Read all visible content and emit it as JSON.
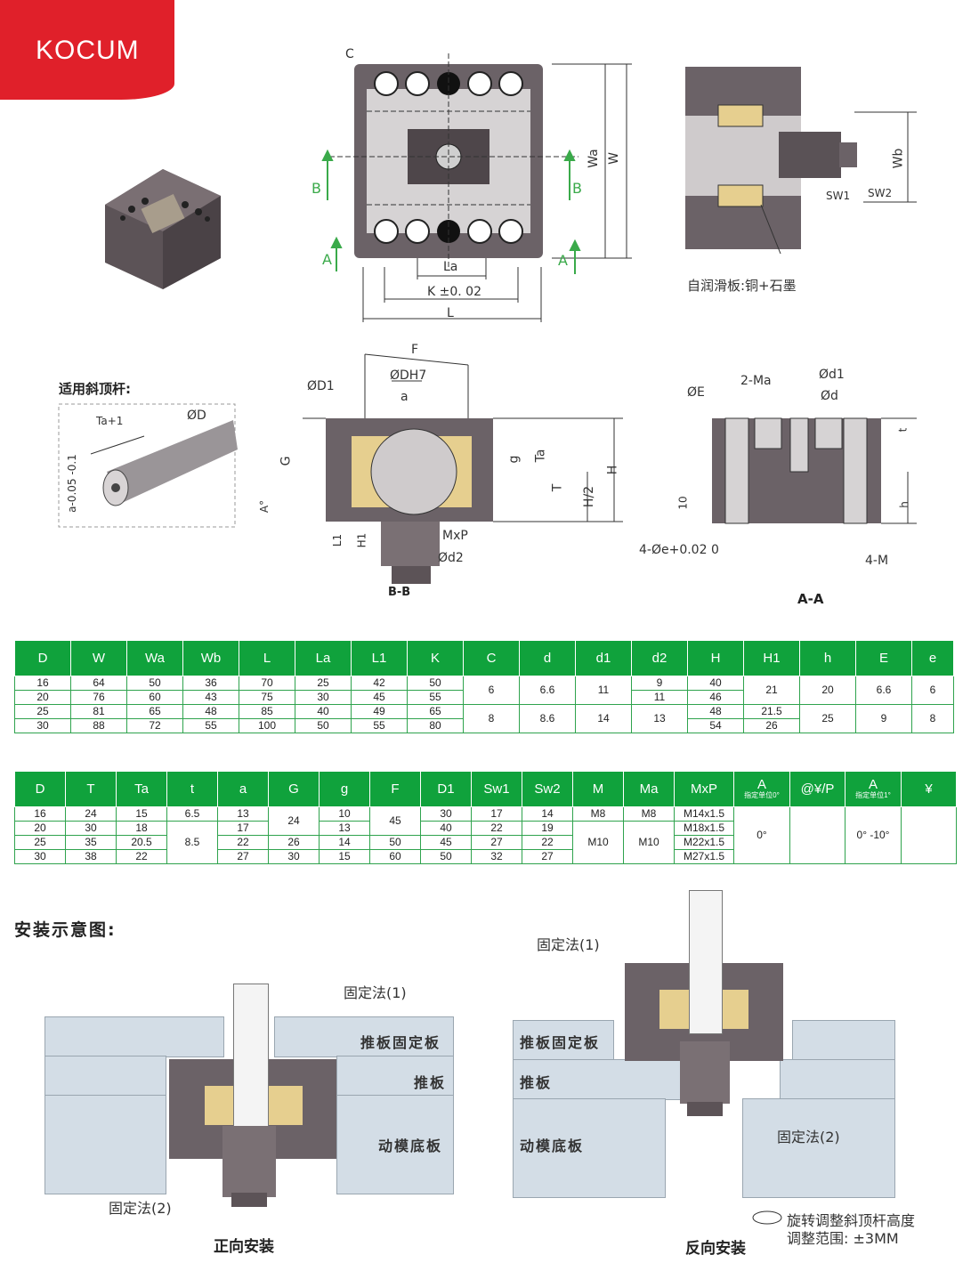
{
  "brand": {
    "logo": "KOCUM",
    "color": "#e0202a"
  },
  "colors": {
    "table_header": "#10a23c",
    "table_border": "#2fa34d",
    "section_arrow": "#3aaa4a",
    "plate": "#d3dde6",
    "bronze": "#e6cf8f"
  },
  "top_view": {
    "labels": {
      "c": "C",
      "wa": "Wa",
      "w": "W",
      "b_left": "B",
      "b_right": "B",
      "a_left": "A",
      "a_right": "A",
      "la": "La",
      "k": "K ±0. 02",
      "l": "L"
    }
  },
  "side_view": {
    "wb": "Wb",
    "sw1": "SW1",
    "sw2": "SW2",
    "note": "自润滑板:铜+石墨"
  },
  "rod": {
    "heading": "适用斜顶杆:",
    "ta": "Ta+1",
    "od": "ØD",
    "a_tol": "a-0.05 -0.1"
  },
  "section_bb": {
    "labels": {
      "f": "F",
      "odh7": "ØDH7",
      "od1": "ØD1",
      "a": "a",
      "g": "G",
      "g_small": "g",
      "ta": "Ta",
      "t": "T",
      "h2": "H/2",
      "h": "H",
      "a_deg": "A°",
      "l1": "L1",
      "h1": "H1",
      "mxp": "MxP",
      "od2": "Ød2"
    },
    "caption": "B-B"
  },
  "section_aa": {
    "labels": {
      "oe": "ØE",
      "ma": "2-Ma",
      "od1": "Ød1",
      "od": "Ød",
      "t": "t",
      "ten": "10",
      "h": "h",
      "e4": "4-Øe+0.02 0",
      "m4": "4-M"
    },
    "caption": "A-A"
  },
  "table1": {
    "headers": [
      "D",
      "W",
      "Wa",
      "Wb",
      "L",
      "La",
      "L1",
      "K",
      "C",
      "d",
      "d1",
      "d2",
      "H",
      "H1",
      "h",
      "E",
      "e"
    ],
    "rows": [
      [
        "16",
        "64",
        "50",
        "36",
        "70",
        "25",
        "42",
        "50",
        "6",
        "6.6",
        "11",
        "9",
        "40",
        "21",
        "20",
        "6.6",
        "6"
      ],
      [
        "20",
        "76",
        "60",
        "43",
        "75",
        "30",
        "45",
        "55",
        "",
        "",
        "",
        "11",
        "46",
        "",
        "",
        "",
        ""
      ],
      [
        "25",
        "81",
        "65",
        "48",
        "85",
        "40",
        "49",
        "65",
        "8",
        "8.6",
        "14",
        "13",
        "48",
        "21.5",
        "25",
        "9",
        "8"
      ],
      [
        "30",
        "88",
        "72",
        "55",
        "100",
        "50",
        "55",
        "80",
        "",
        "",
        "",
        "",
        "54",
        "26",
        "",
        "",
        ""
      ]
    ]
  },
  "table2": {
    "headers": [
      "D",
      "T",
      "Ta",
      "t",
      "a",
      "G",
      "g",
      "F",
      "D1",
      "Sw1",
      "Sw2",
      "M",
      "Ma",
      "MxP",
      "A",
      "@¥/P",
      "A",
      "¥"
    ],
    "header_subs": [
      "",
      "",
      "",
      "",
      "",
      "",
      "",
      "",
      "",
      "",
      "",
      "",
      "",
      "",
      "指定单位0°",
      "",
      "指定单位1°",
      ""
    ],
    "rows": [
      [
        "16",
        "24",
        "15",
        "6.5",
        "13",
        "24",
        "10",
        "45",
        "30",
        "17",
        "14",
        "M8",
        "M8",
        "M14x1.5",
        "0°",
        "",
        "0° -10°",
        ""
      ],
      [
        "20",
        "30",
        "18",
        "",
        "17",
        "",
        "13",
        "",
        "40",
        "22",
        "19",
        "",
        "",
        "M18x1.5",
        "",
        "",
        "",
        ""
      ],
      [
        "25",
        "35",
        "20.5",
        "8.5",
        "22",
        "26",
        "14",
        "50",
        "45",
        "27",
        "22",
        "M10",
        "M10",
        "M22x1.5",
        "",
        "",
        "",
        ""
      ],
      [
        "30",
        "38",
        "22",
        "",
        "27",
        "30",
        "15",
        "60",
        "50",
        "32",
        "27",
        "",
        "",
        "M27x1.5",
        "",
        "",
        "",
        ""
      ]
    ]
  },
  "install": {
    "heading": "安装示意图:",
    "forward": {
      "fix1": "固定法(1)",
      "fix2": "固定法(2)",
      "plate1": "推板固定板",
      "plate2": "推板",
      "plate3": "动模底板",
      "caption": "正向安装"
    },
    "reverse": {
      "fix1": "固定法(1)",
      "fix2": "固定法(2)",
      "plate1": "推板固定板",
      "plate2": "推板",
      "plate3": "动模底板",
      "caption": "反向安装",
      "note1": "旋转调整斜顶杆高度",
      "note2": "调整范围: ±3MM"
    }
  }
}
